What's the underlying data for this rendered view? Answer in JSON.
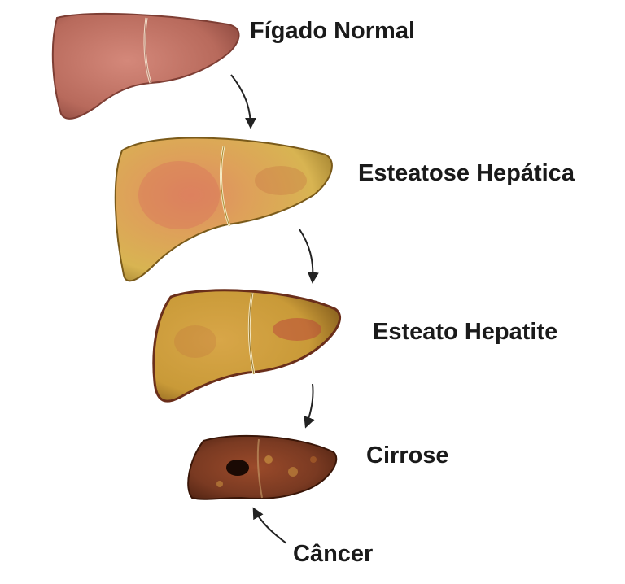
{
  "stages": [
    {
      "label": "Fígado Normal"
    },
    {
      "label": "Esteatose Hepática"
    },
    {
      "label": "Esteato Hepatite"
    },
    {
      "label": "Cirrose"
    },
    {
      "label": "Câncer"
    }
  ],
  "colors": {
    "normal": "#c07060",
    "fatty": "#d9ad48",
    "inflamed": "#c9a038",
    "cirrhotic": "#7a3a22",
    "label_text": "#1a1a1a",
    "arrow": "#222222"
  },
  "icons": [
    "liver-normal-icon",
    "liver-fatty-icon",
    "liver-steatohepatitis-icon",
    "liver-cirrhosis-icon"
  ]
}
